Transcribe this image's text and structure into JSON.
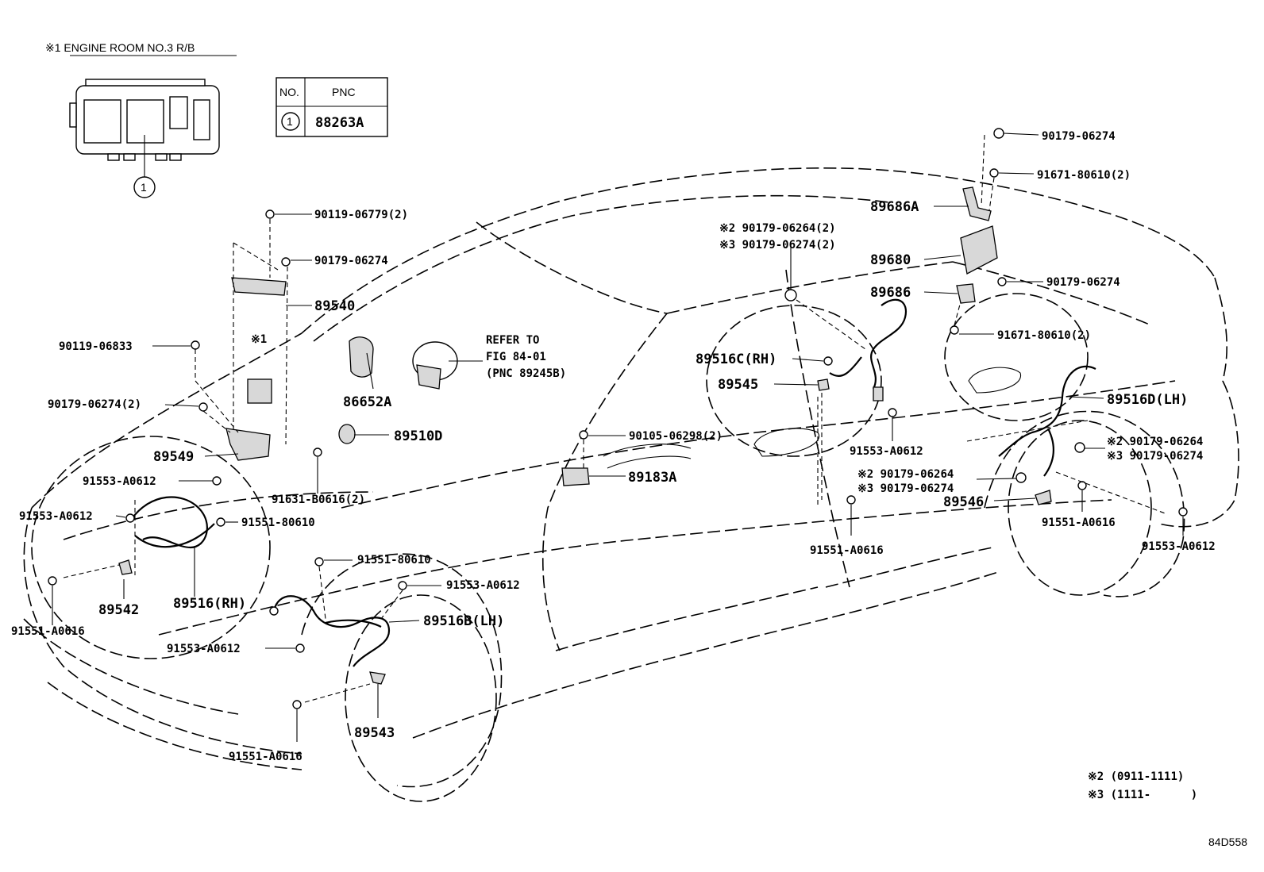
{
  "title_note": "※1 ENGINE ROOM NO.3 R/B",
  "circle_label": "1",
  "table": {
    "header_no": "NO.",
    "header_pnc": "PNC",
    "row_no": "1",
    "row_pnc": "88263A"
  },
  "refer": {
    "line1": "REFER TO",
    "line2": "FIG 84-01",
    "line3": "(PNC 89245B)"
  },
  "star1": "※1",
  "labels": {
    "p90119_06779": "90119-06779(2)",
    "p90179_06274_a": "90179-06274",
    "p89540": "89540",
    "p90119_06833": "90119-06833",
    "p90179_06274_2": "90179-06274(2)",
    "p89549": "89549",
    "p91553_A0612_a": "91553-A0612",
    "p91553_A0612_b": "91553-A0612",
    "p91551_80610_a": "91551-80610",
    "p89542": "89542",
    "p89516_rh": "89516(RH)",
    "p91551_A0616_a": "91551-A0616",
    "p86652A": "86652A",
    "p89510D": "89510D",
    "p91631_B0616": "91631-B0616(2)",
    "p91551_80610_b": "91551-80610",
    "p91553_A0612_c": "91553-A0612",
    "p89516B_lh": "89516B(LH)",
    "p91553_A0612_d": "91553-A0612",
    "p89543": "89543",
    "p91551_A0616_b": "91551-A0616",
    "p90105_06298": "90105-06298(2)",
    "p89183A": "89183A",
    "p90179_06264_s2": "※2 90179-06264(2)",
    "p90179_06274_s3": "※3 90179-06274(2)",
    "p89516C_rh": "89516C(RH)",
    "p89545": "89545",
    "p91553_A0612_e": "91553-A0612",
    "p91551_A0616_c": "91551-A0616",
    "p90179_06264_s2b": "※2 90179-06264",
    "p90179_06274_s3b": "※3 90179-06274",
    "p89546": "89546",
    "p90179_06274_top": "90179-06274",
    "p91671_80610_a": "91671-80610(2)",
    "p89686A": "89686A",
    "p89680": "89680",
    "p89686": "89686",
    "p90179_06274_r": "90179-06274",
    "p91671_80610_b": "91671-80610(2)",
    "p89516D_lh": "89516D(LH)",
    "p90179_06264_s2c": "※2 90179-06264",
    "p90179_06274_s3c": "※3 90179-06274",
    "p91551_A0616_d": "91551-A0616",
    "p91553_A0612_f": "91553-A0612"
  },
  "footnotes": {
    "n2": "※2 (0911-1111)",
    "n3": "※3 (1111-      )"
  },
  "fig_code": "84D558"
}
